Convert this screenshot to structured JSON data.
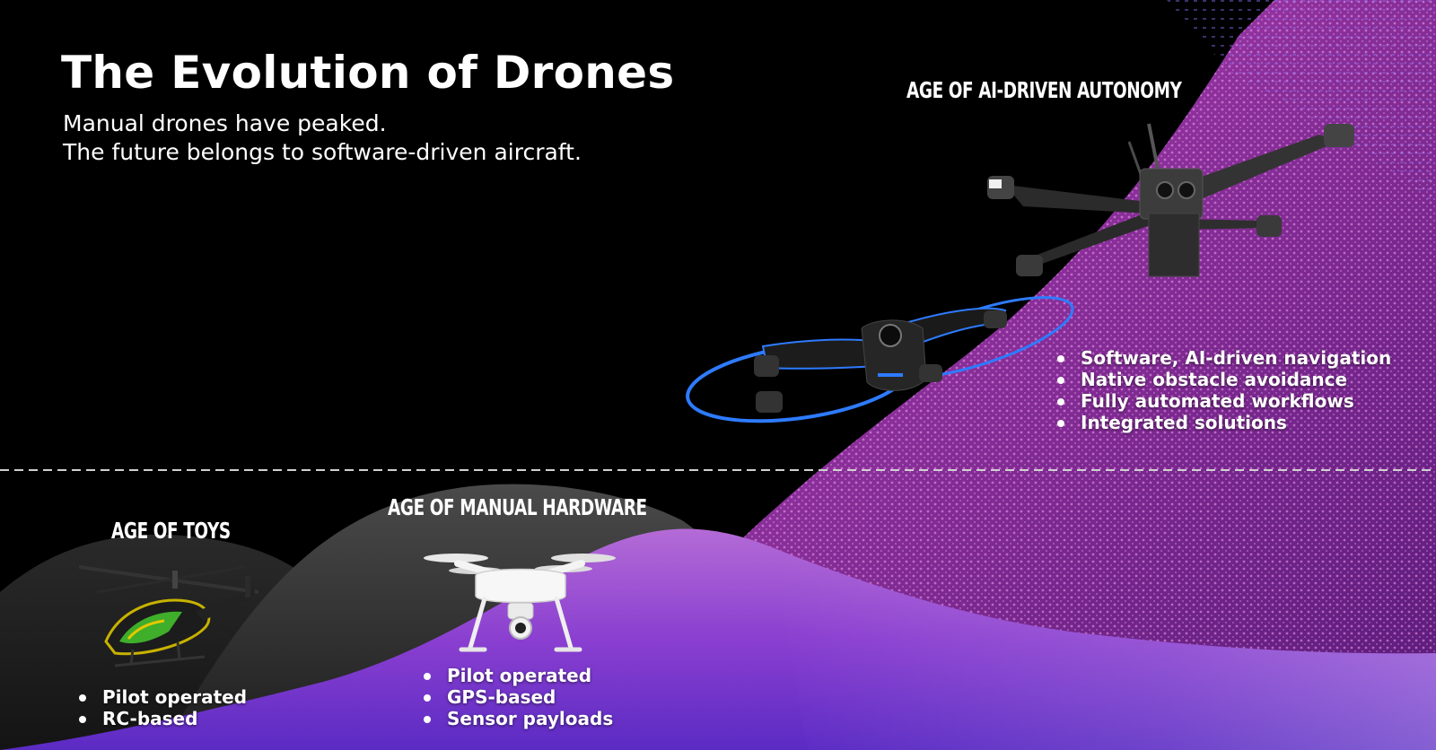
{
  "title": "The Evolution of Drones",
  "subtitle_lines": [
    "Manual drones have peaked.",
    "The future belongs to software-driven aircraft."
  ],
  "eras": [
    {
      "label": "AGE OF TOYS",
      "bullets": [
        "Pilot operated",
        "RC-based"
      ]
    },
    {
      "label": "AGE OF MANUAL HARDWARE",
      "bullets": [
        "Pilot operated",
        "GPS-based",
        "Sensor payloads"
      ]
    },
    {
      "label": "AGE OF AI-DRIVEN AUTONOMY",
      "bullets": [
        "Software, AI-driven navigation",
        "Native obstacle avoidance",
        "Fully automated workflows",
        "Integrated solutions"
      ]
    }
  ],
  "colors": {
    "background": "#000000",
    "toys_hill": "#262626",
    "manual_hill": "#3a3a3a",
    "ai_magenta": "#b53ab8",
    "ai_violet": "#7a2fc4",
    "drone_accent_blue": "#2e7bff",
    "divider": "#d0d0d0"
  },
  "icons": {
    "toys": "rc-helicopter-icon",
    "manual": "quadcopter-camera-icon",
    "ai_small": "folding-autonomous-drone-icon",
    "ai_large": "enterprise-autonomous-drone-icon"
  }
}
